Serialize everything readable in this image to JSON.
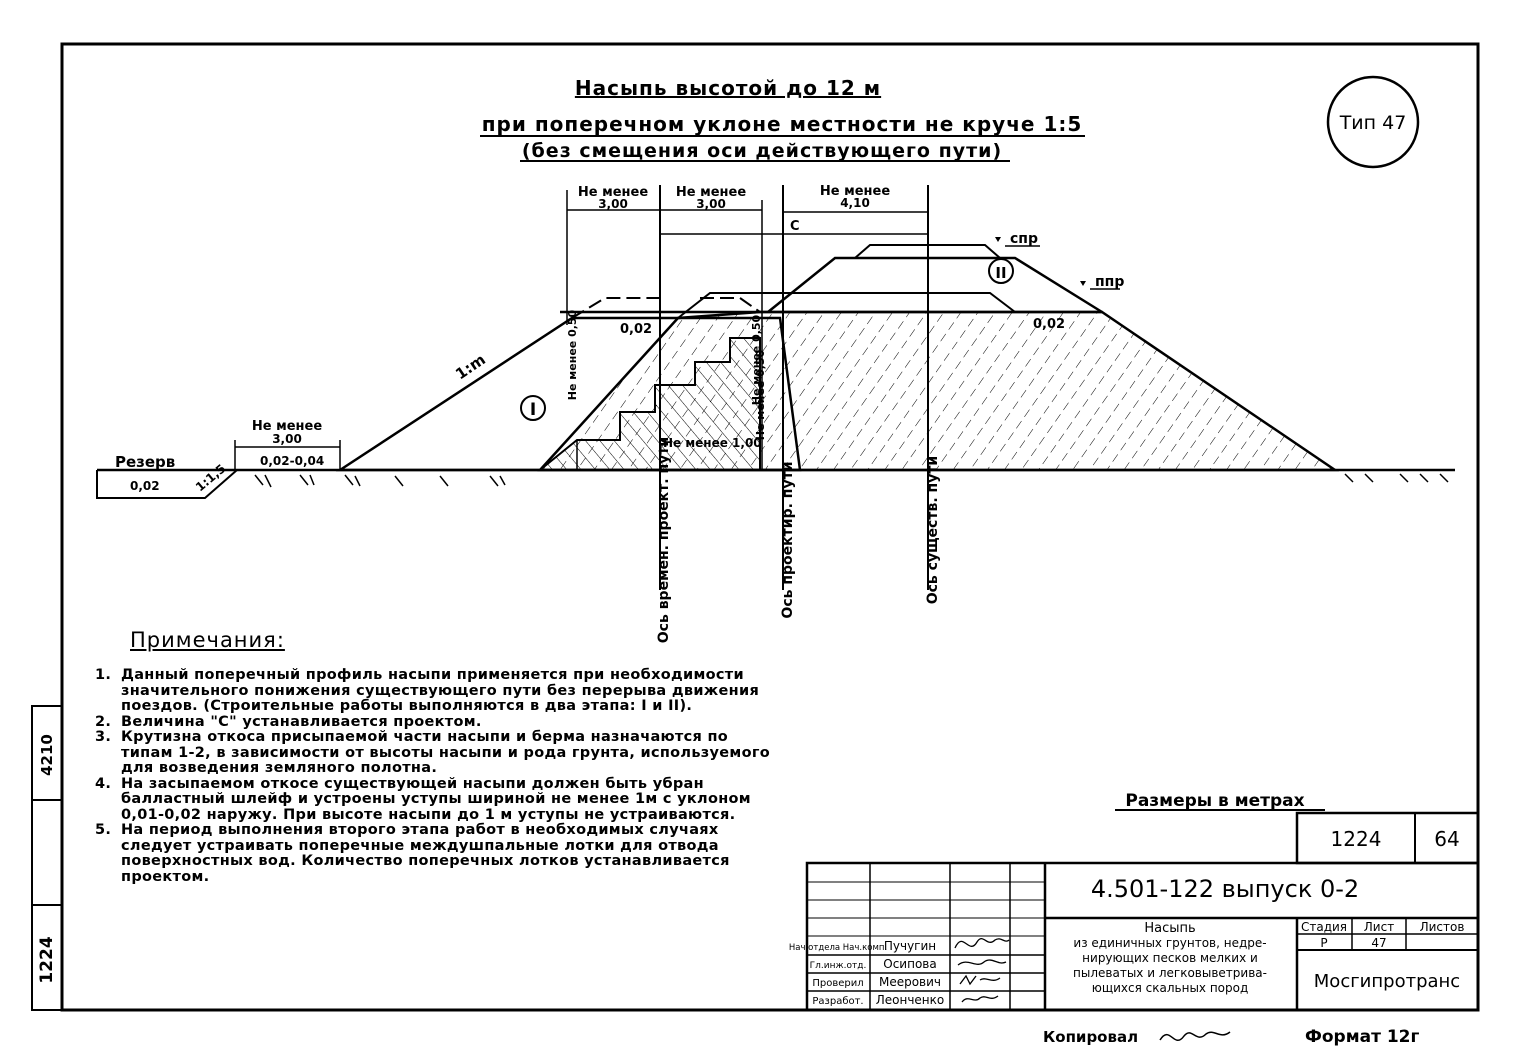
{
  "title": {
    "line1": "Насыпь высотой до 12 м",
    "line2": "при поперечном уклоне местности не круче 1:5",
    "line3": "(без смещения оси действующего пути)"
  },
  "type_badge": "Тип 47",
  "dimensions": {
    "min3_a_label": "Не менее",
    "min3_a_value": "3,00",
    "min3_b_label": "Не менее",
    "min3_b_value": "3,00",
    "min410_label": "Не менее",
    "min410_value": "4,10",
    "c_label": "С",
    "spr": "спр",
    "ppr": "ппр",
    "slope_left_top": "0,02",
    "slope_right_top": "0,02",
    "slope_m": "1:m",
    "min_050_a": "Не менее 0,50",
    "min_050_b": "Не менее 0,50",
    "min_050_c": "Не менее 0,50",
    "min_100": "Не менее 1,00",
    "berm_label": "Не менее",
    "berm_value": "3,00",
    "berm_slope": "0,02-0,04",
    "reserve": "Резерв",
    "reserve_slope": "0,02",
    "slope_15": "1:1,5",
    "stage1": "I",
    "stage2": "II"
  },
  "axes": {
    "temp_axis": "Ось времен. проект. пути",
    "proj_axis": "Ось проектир. пути",
    "exist_axis": "Ось существ. пути"
  },
  "notes": {
    "title": "Примечания:",
    "items": [
      {
        "num": "1.",
        "text": "Данный поперечный профиль насыпи применяется при необходимости значительного понижения существующего пути без перерыва движения поездов. (Строительные работы выполняются в два этапа: I и II)."
      },
      {
        "num": "2.",
        "text": "Величина \"С\" устанавливается проектом."
      },
      {
        "num": "3.",
        "text": "Крутизна откоса присыпаемой части насыпи и берма назначаются по типам 1-2, в зависимости от высоты насыпи и рода грунта, используемого для возведения земляного полотна."
      },
      {
        "num": "4.",
        "text": "На засыпаемом откосе существующей насыпи должен быть убран балластный шлейф и устроены уступы шириной не менее 1м с уклоном 0,01-0,02 наружу. При высоте насыпи до 1 м уступы не устраиваются."
      },
      {
        "num": "5.",
        "text": "На период выполнения второго этапа работ в необходимых случаях следует устраивать поперечные междушпальные лотки для отвода поверхностных вод. Количество поперечных лотков устанавливается проектом."
      }
    ]
  },
  "stamp": {
    "dimensions_note": "Размеры в метрах",
    "sheet_no": "1224",
    "page_no": "64",
    "doc_code": "4.501-122 выпуск 0-2",
    "desc_title": "Насыпь",
    "desc_lines": [
      "из единичных грунтов, недре-",
      "нирующих песков мелких и",
      "пылеватых и легковыветрива-",
      "ющихся скальных пород"
    ],
    "stage_hdr": "Стадия",
    "list_hdr": "Лист",
    "lists_hdr": "Листов",
    "stage_val": "Р",
    "list_val": "47",
    "lists_val": "",
    "org": "Мосгипротранс",
    "roles": [
      "Нач.отдела Нач.комп.",
      "Гл.инж.отд.",
      "Проверил",
      "Разработ."
    ],
    "names": [
      "Пучугин",
      "Осипова",
      "Меерович",
      "Леонченко"
    ],
    "copied": "Копировал",
    "format": "Формат 12г"
  },
  "margin": {
    "top_code": "4210",
    "bottom_code": "1224"
  }
}
